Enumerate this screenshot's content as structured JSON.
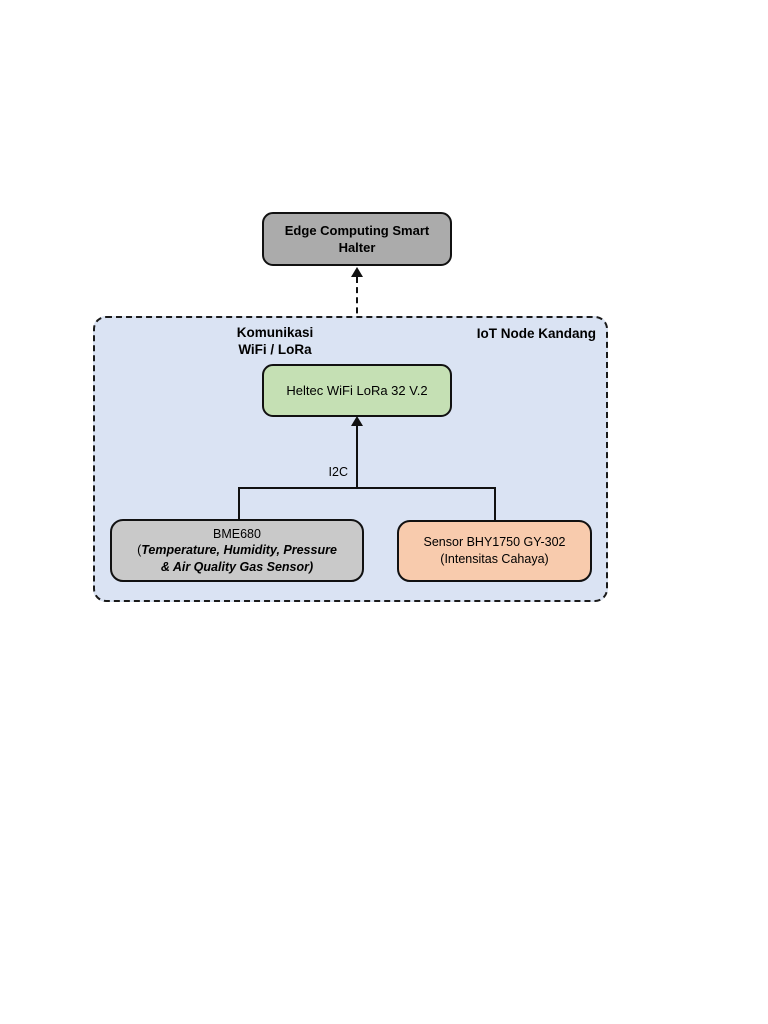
{
  "diagram": {
    "title_box": {
      "line1": "Edge Computing Smart",
      "line2": "Halter"
    },
    "iot_container": {
      "komunikasi_line1": "Komunikasi",
      "komunikasi_line2": "WiFi / LoRa",
      "title": "IoT Node Kandang"
    },
    "mcu_box": {
      "label": "Heltec WiFi LoRa 32 V.2"
    },
    "bus_label": "I2C",
    "bme680_box": {
      "line1": "BME680",
      "line2_open_paren": "(",
      "line2_italic": "Temperature, Humidity, Pressure",
      "line3_italic": "& Air Quality Gas Sensor)"
    },
    "light_sensor_box": {
      "line1": "Sensor BHY1750 GY-302",
      "line2": "(Intensitas Cahaya)"
    },
    "colors": {
      "edge_box_fill": "#ABABAB",
      "container_fill": "#DAE3F3",
      "mcu_box_fill": "#C5E0B4",
      "bme680_box_fill": "#C9C9C9",
      "light_sensor_box_fill": "#F8CBAD",
      "line_color": "#111111"
    }
  }
}
